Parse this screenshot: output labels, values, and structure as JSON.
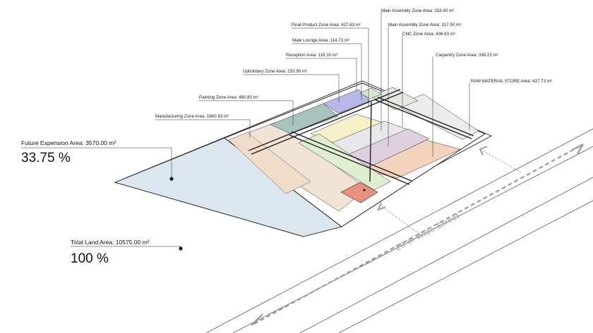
{
  "stats": {
    "future_expansion": {
      "label": "Future Expension Area: 3570.00 m²",
      "percent": "33.75 %"
    },
    "total_land": {
      "label": "Total Land Area: 10575.00 m²",
      "percent": "100 %"
    }
  },
  "zones": [
    {
      "id": "manufacturing",
      "label": "Manufacturing Zone Area: 1600.83 m²",
      "color": "#f1e4d6"
    },
    {
      "id": "painting",
      "label": "Painting Zone Area: 480.83 m²",
      "color": "#a8c3bd"
    },
    {
      "id": "upholstery",
      "label": "Upholstery Zone Area: 233.90 m²",
      "color": "#b7b8e8"
    },
    {
      "id": "reception",
      "label": "Reception Area: 116.10 m²",
      "color": "#d6e9cf"
    },
    {
      "id": "male_lounge",
      "label": "Male Lounge Area: 114.73 m²",
      "color": "#faf6d8"
    },
    {
      "id": "final_product",
      "label": "Final Product Zone Area: 427.63 m²",
      "color": "#f6f1c8"
    },
    {
      "id": "main_assembly_1",
      "label": "Main Assembly Zone Area: 333.40 m²",
      "color": "#e8e8ea"
    },
    {
      "id": "main_assembly_2",
      "label": "Main Assembly Zone Area: 317.50 m²",
      "color": "#e4eae2"
    },
    {
      "id": "cnc",
      "label": "CNC Zone Area: 436.63 m²",
      "color": "#ded0df"
    },
    {
      "id": "carpentry",
      "label": "Carpentry Zone Area: 336.23 m²",
      "color": "#f3d3bc"
    },
    {
      "id": "raw_material",
      "label": "RAW MATERIAL STORE Area: 437.73 m²",
      "color": "#ececec"
    }
  ],
  "street": {
    "label": "20 m Wide Street"
  },
  "colors": {
    "expansion": "#dbe6ee",
    "office_red": "#e88f7d",
    "accent_green": "#dfeecf"
  }
}
